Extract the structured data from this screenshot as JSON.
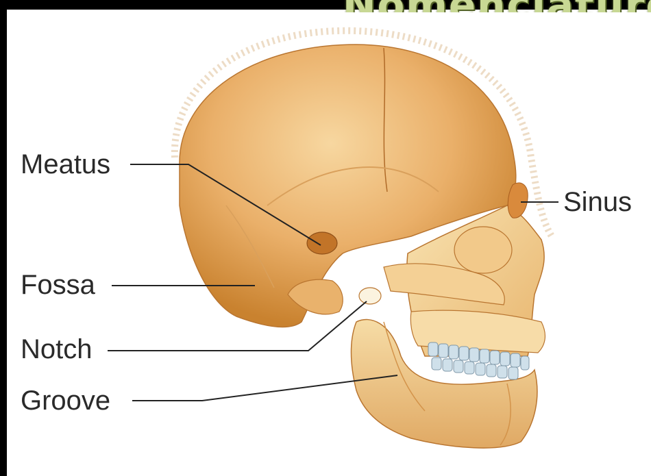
{
  "heading": "Nomenclature",
  "labels": {
    "meatus": "Meatus",
    "fossa": "Fossa",
    "notch": "Notch",
    "groove": "Groove",
    "sinus": "Sinus"
  },
  "colors": {
    "bone_light": "#f6d99c",
    "bone_mid": "#e9a95a",
    "bone_dark": "#c97a2c",
    "teeth": "#c6dbe8",
    "leader_line": "#222222",
    "heading_text": "#c8d894"
  }
}
